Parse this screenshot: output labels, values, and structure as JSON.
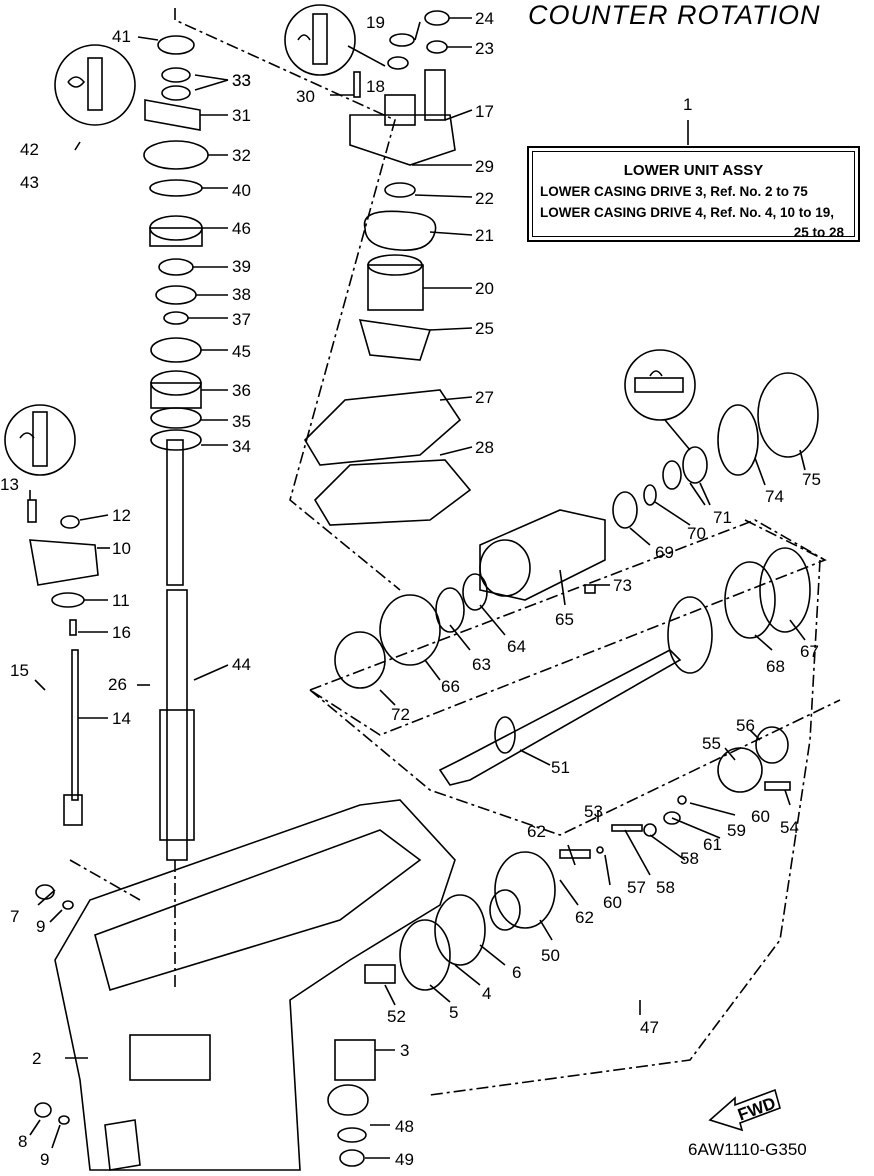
{
  "title": "COUNTER ROTATION",
  "reference_box": {
    "callout": "1",
    "heading": "LOWER UNIT ASSY",
    "line1": "LOWER CASING DRIVE 3,  Ref.  No.  2 to 75",
    "line2": "LOWER CASING DRIVE 4,  Ref.  No.  4,  10 to 19,",
    "line3": "25  to  28"
  },
  "diagram_code": "6AW1110-G350",
  "fwd_label": "FWD",
  "callouts": [
    "41",
    "33",
    "31",
    "32",
    "40",
    "42",
    "43",
    "46",
    "39",
    "38",
    "37",
    "45",
    "36",
    "35",
    "34",
    "19",
    "24",
    "23",
    "30",
    "18",
    "17",
    "29",
    "22",
    "21",
    "20",
    "25",
    "27",
    "28",
    "13",
    "12",
    "10",
    "11",
    "16",
    "15",
    "14",
    "26",
    "44",
    "75",
    "74",
    "71",
    "70",
    "69",
    "73",
    "65",
    "64",
    "63",
    "66",
    "67",
    "68",
    "72",
    "51",
    "56",
    "55",
    "54",
    "60",
    "59",
    "61",
    "58",
    "57",
    "53",
    "62",
    "50",
    "6",
    "4",
    "5",
    "52",
    "3",
    "47",
    "7",
    "9",
    "2",
    "8",
    "48",
    "49"
  ]
}
